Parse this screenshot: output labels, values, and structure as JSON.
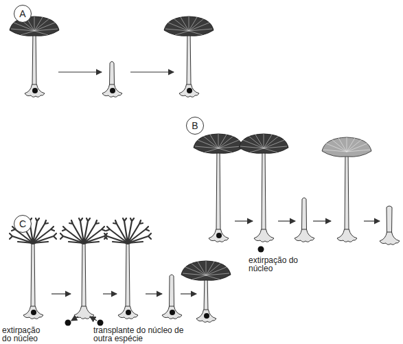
{
  "diagram": {
    "nodes": [
      {
        "text": [
          "A"
        ]
      },
      {
        "text": [
          "B"
        ]
      },
      {
        "text": [
          "C"
        ]
      }
    ],
    "labels": [
      "extirpação do núcleo",
      "extirpação do núcleo",
      "transplante do núcleo de outra espécie"
    ]
  }
}
